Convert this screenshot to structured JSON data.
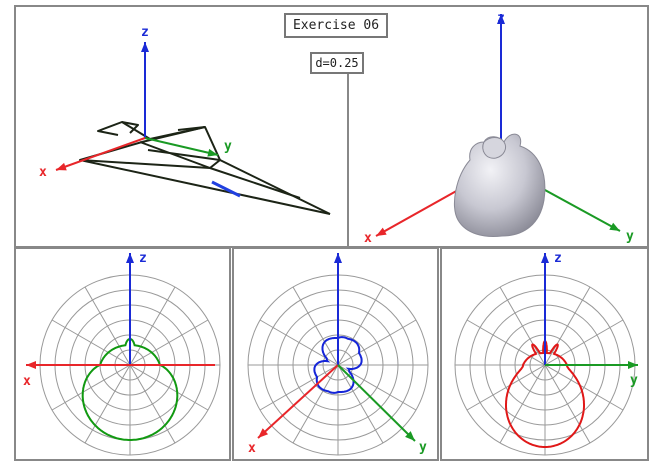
{
  "window": {
    "title": "Exercise 06",
    "param_label": "d=0.25"
  },
  "colors": {
    "frame": "#888888",
    "x_axis": "#e8262a",
    "y_axis": "#1a9a24",
    "z_axis": "#1a2ad6",
    "grid": "#999999",
    "pattern_xz": "#119911",
    "pattern_xy": "#1525d8",
    "pattern_yz": "#e01818",
    "airplane": "#1c2416",
    "antenna": "#2040e0"
  },
  "panels": {
    "airplane_view": {
      "axis_x": "x",
      "axis_y": "y",
      "axis_z": "z"
    },
    "pattern_3d": {
      "axis_x": "x",
      "axis_y": "y",
      "axis_z": "z"
    },
    "polar_xz": {
      "axis_h": "x",
      "axis_v": "z"
    },
    "polar_xy": {
      "axis_a": "x",
      "axis_b": "y"
    },
    "polar_yz": {
      "axis_h": "y",
      "axis_v": "z"
    }
  }
}
